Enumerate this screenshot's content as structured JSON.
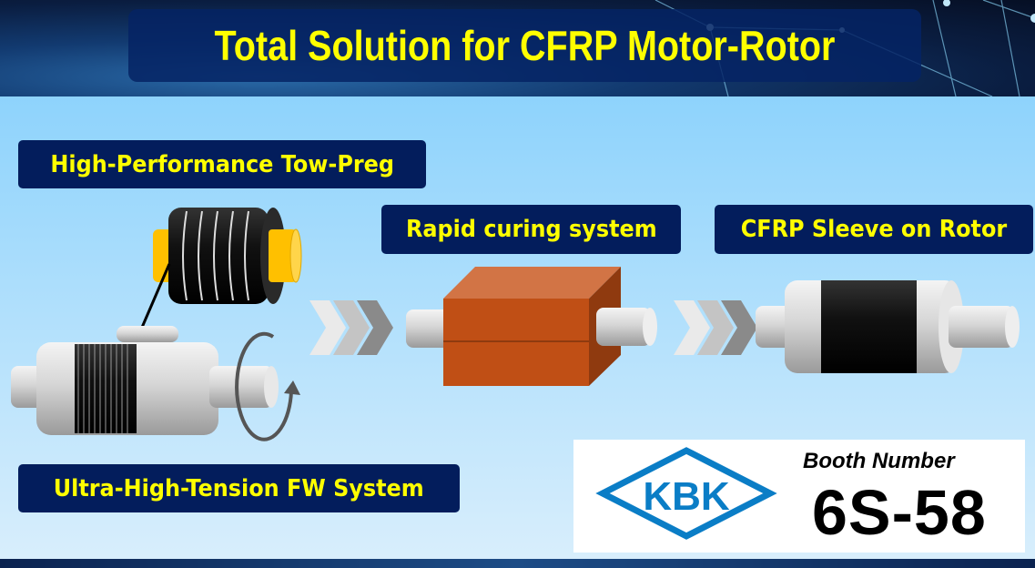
{
  "title": "Total Solution for CFRP Motor-Rotor",
  "labels": {
    "towpreg": "High-Performance Tow-Preg",
    "curing": "Rapid curing system",
    "sleeve": "CFRP Sleeve on Rotor",
    "fw": "Ultra-High-Tension FW System"
  },
  "booth": {
    "label": "Booth Number",
    "number": "6S-58",
    "logo_text": "KBK"
  },
  "colors": {
    "label_bg": "#031d5c",
    "label_text": "#ffff00",
    "logo_blue": "#0a7dc6",
    "oven": "#c04f15"
  }
}
